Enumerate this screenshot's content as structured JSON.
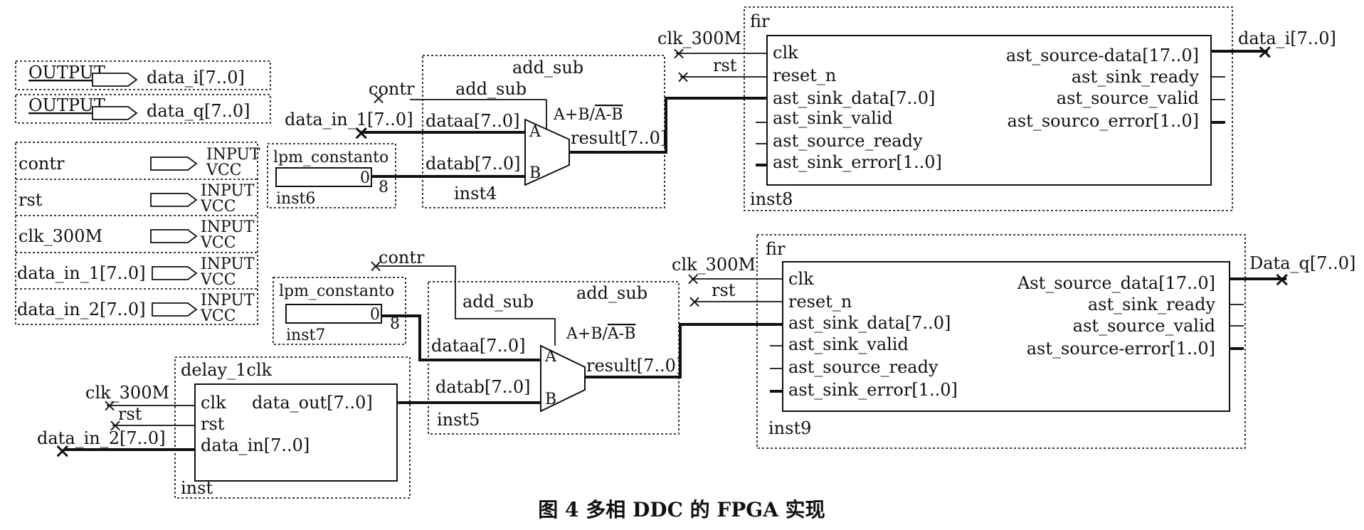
{
  "pins": {
    "output_label": "OUTPUT",
    "input_label": "INPUT",
    "vcc_label": "VCC",
    "outputs": [
      "data_i[7..0]",
      "data_q[7..0]"
    ],
    "inputs": [
      "contr",
      "rst",
      "clk_300M",
      "data_in_1[7..0]",
      "data_in_2[7..0]"
    ]
  },
  "const6": {
    "title": "lpm_constanto",
    "value": "0",
    "width": "8",
    "inst": "inst6"
  },
  "const7": {
    "title": "lpm_constanto",
    "value": "0",
    "width": "8",
    "inst": "inst7"
  },
  "addsub4": {
    "title": "add_sub",
    "ctrl": "add_sub",
    "op": "A+B/",
    "op_bar": "A-B",
    "dataa": "dataa[7..0]",
    "datab": "datab[7..0]",
    "result": "result[7..0]",
    "a": "A",
    "b": "B",
    "inst": "inst4"
  },
  "addsub5": {
    "title": "add_sub",
    "ctrl": "add_sub",
    "op": "A+B/",
    "op_bar": "A-B",
    "dataa": "dataa[7..0]",
    "datab": "datab[7..0]",
    "result": "result[7..0]",
    "a": "A",
    "b": "B",
    "inst": "inst5"
  },
  "delay": {
    "title": "delay_1clk",
    "clk": "clk",
    "rst": "rst",
    "data_in": "data_in[7..0]",
    "data_out": "data_out[7..0]",
    "inst": "inst"
  },
  "fir8": {
    "title": "fir",
    "left_ports": [
      "clk",
      "reset_n",
      "ast_sink_data[7..0]",
      "ast_sink_valid",
      "ast_source_ready",
      "ast_sink_error[1..0]"
    ],
    "right_ports": [
      "ast_source-data[17..0]",
      "ast_sink_ready",
      "ast_source_valid",
      "ast_sourco_error[1..0]"
    ],
    "inst": "inst8"
  },
  "fir9": {
    "title": "fir",
    "left_ports": [
      "clk",
      "reset_n",
      "ast_sink_data[7..0]",
      "ast_sink_valid",
      "ast_source_ready",
      "ast_sink_error[1..0]"
    ],
    "right_ports": [
      "Ast_source_data[17..0]",
      "ast_sink_ready",
      "ast_source_valid",
      "ast_source-error[1..0]"
    ],
    "inst": "inst9"
  },
  "nets": {
    "contr_top": "contr",
    "contr_bottom": "contr",
    "data_in_1": "data_in_1[7..0]",
    "data_in_2": "data_in_2[7..0]",
    "clk_top": "clk_300M",
    "rst_top": "rst",
    "clk_bottom": "clk_300M",
    "rst_bottom": "rst",
    "clk_delay": "clk_300M",
    "rst_delay": "rst",
    "data_i_out": "data_i[7..0]",
    "data_q_out": "Data_q[7..0]"
  },
  "caption": "图 4   多相 DDC 的 FPGA 实现"
}
